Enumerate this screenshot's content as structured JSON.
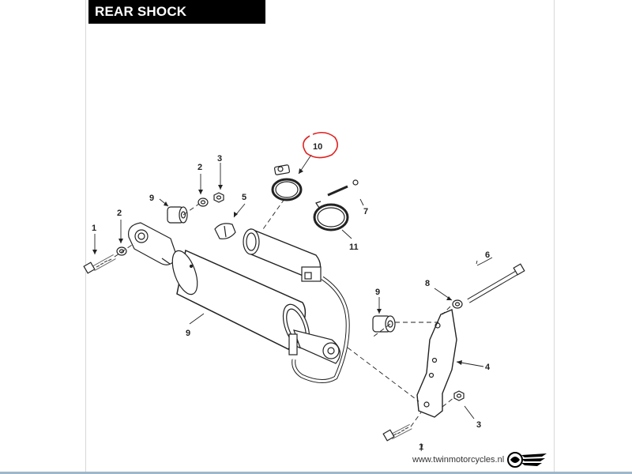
{
  "title": "REAR SHOCK ABSORBER",
  "callouts": {
    "c1a": "1",
    "c2a": "2",
    "c9a": "9",
    "c2b": "2",
    "c3a": "3",
    "c5": "5",
    "c10": "10",
    "c7": "7",
    "c11": "11",
    "c6": "6",
    "c8": "8",
    "c9b": "9",
    "c9c": "9",
    "c4": "4",
    "c3b": "3",
    "c1b": "1"
  },
  "footer": {
    "url": "www.twinmotorcycles.nl"
  },
  "colors": {
    "highlight_circle": "#e02020",
    "line_art": "#222222",
    "title_bg": "#000000"
  }
}
